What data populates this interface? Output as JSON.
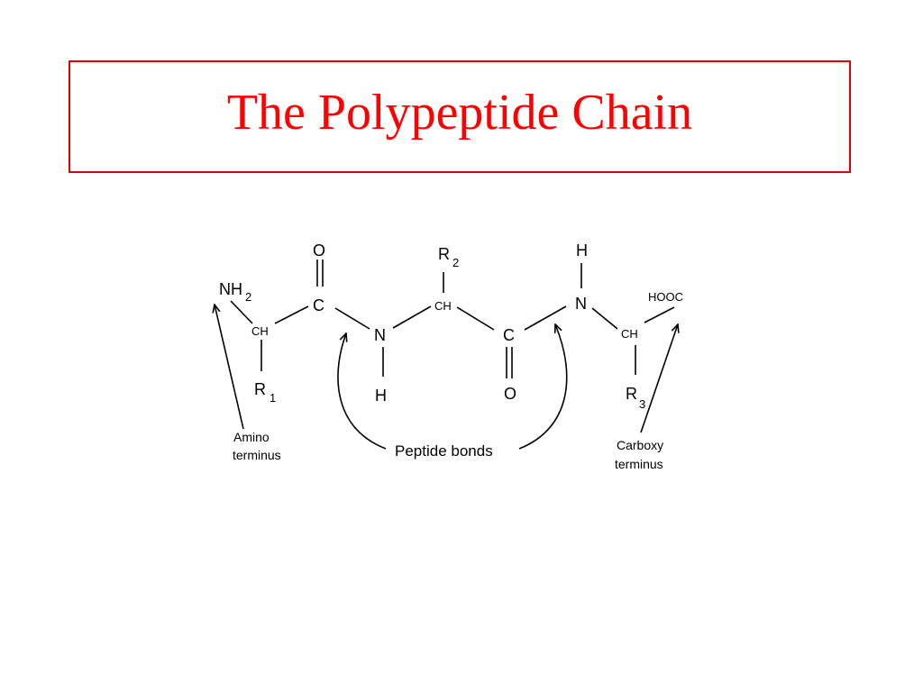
{
  "slide": {
    "title": "The Polypeptide Chain"
  },
  "molecule": {
    "n_terminal_group": "NH",
    "n_terminal_subscript": "2",
    "carbonyl_1_oxygen": "O",
    "carbonyl_1_carbon": "C",
    "alpha_1": "CH",
    "r1_letter": "R",
    "r1_subscript": "1",
    "amide_1_nitrogen": "N",
    "amide_1_hydrogen": "H",
    "r2_letter": "R",
    "r2_subscript": "2",
    "alpha_2": "CH",
    "carbonyl_2_carbon": "C",
    "carbonyl_2_oxygen": "O",
    "amide_2_hydrogen": "H",
    "amide_2_nitrogen": "N",
    "alpha_3": "CH",
    "c_terminal_group": "HOOC",
    "r3_letter": "R",
    "r3_subscript": "3"
  },
  "labels": {
    "amino_terminus_line1": "Amino",
    "amino_terminus_line2": "terminus",
    "peptide_bonds": "Peptide bonds",
    "carboxy_terminus_line1": "Carboxy",
    "carboxy_terminus_line2": "terminus"
  }
}
